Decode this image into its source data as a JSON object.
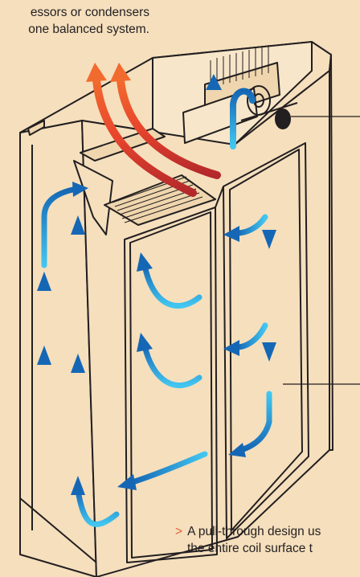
{
  "caption_top": {
    "line1": "essors or condensers",
    "line2": "one balanced system."
  },
  "caption_bottom": {
    "bullet": ">",
    "line1": "A pull-through design us",
    "line2": "the entire coil surface t"
  },
  "colors": {
    "background": "#f5dfbd",
    "outline": "#231f20",
    "cold_air_light": "#42c6f0",
    "cold_air_dark": "#1567b5",
    "hot_air": "#e8452c",
    "bullet": "#e2603b"
  }
}
